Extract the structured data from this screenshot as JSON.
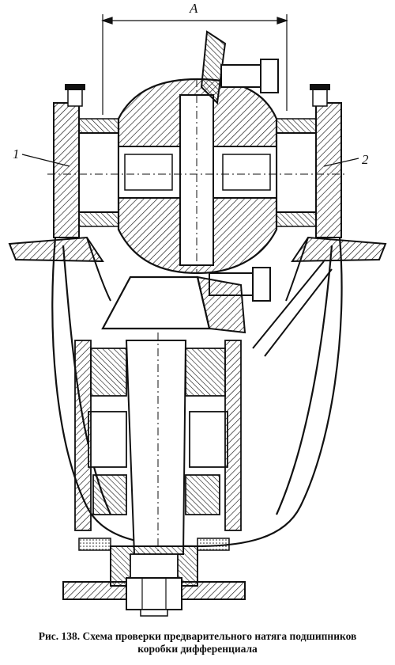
{
  "figure": {
    "dimension_label": "A",
    "callouts": [
      "1",
      "2"
    ]
  },
  "caption": {
    "line1": "Рис. 138. Схема проверки предварительного натяга подшипников",
    "line2": "коробки дифференциала"
  }
}
